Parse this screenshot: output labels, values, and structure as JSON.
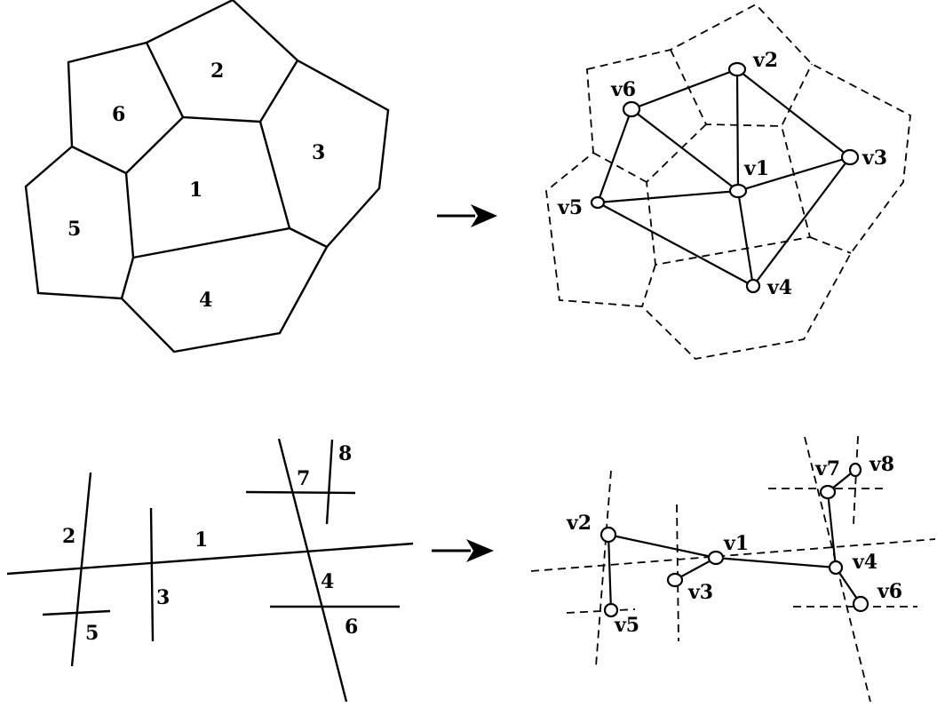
{
  "top_left": {
    "regions": [
      {
        "id": "1",
        "label": "1"
      },
      {
        "id": "2",
        "label": "2"
      },
      {
        "id": "3",
        "label": "3"
      },
      {
        "id": "4",
        "label": "4"
      },
      {
        "id": "5",
        "label": "5"
      },
      {
        "id": "6",
        "label": "6"
      }
    ]
  },
  "top_right": {
    "vertices": [
      {
        "id": "v1",
        "label": "v1"
      },
      {
        "id": "v2",
        "label": "v2"
      },
      {
        "id": "v3",
        "label": "v3"
      },
      {
        "id": "v4",
        "label": "v4"
      },
      {
        "id": "v5",
        "label": "v5"
      },
      {
        "id": "v6",
        "label": "v6"
      }
    ],
    "edges": [
      [
        "v1",
        "v2"
      ],
      [
        "v1",
        "v3"
      ],
      [
        "v1",
        "v4"
      ],
      [
        "v1",
        "v5"
      ],
      [
        "v1",
        "v6"
      ],
      [
        "v2",
        "v3"
      ],
      [
        "v3",
        "v4"
      ],
      [
        "v4",
        "v5"
      ],
      [
        "v5",
        "v6"
      ],
      [
        "v6",
        "v2"
      ]
    ]
  },
  "bottom_left": {
    "segments": [
      {
        "id": "1",
        "label": "1"
      },
      {
        "id": "2",
        "label": "2"
      },
      {
        "id": "3",
        "label": "3"
      },
      {
        "id": "4",
        "label": "4"
      },
      {
        "id": "5",
        "label": "5"
      },
      {
        "id": "6",
        "label": "6"
      },
      {
        "id": "7",
        "label": "7"
      },
      {
        "id": "8",
        "label": "8"
      }
    ]
  },
  "bottom_right": {
    "vertices": [
      {
        "id": "v1",
        "label": "v1"
      },
      {
        "id": "v2",
        "label": "v2"
      },
      {
        "id": "v3",
        "label": "v3"
      },
      {
        "id": "v4",
        "label": "v4"
      },
      {
        "id": "v5",
        "label": "v5"
      },
      {
        "id": "v6",
        "label": "v6"
      },
      {
        "id": "v7",
        "label": "v7"
      },
      {
        "id": "v8",
        "label": "v8"
      }
    ],
    "edges": [
      [
        "v1",
        "v2"
      ],
      [
        "v1",
        "v3"
      ],
      [
        "v1",
        "v4"
      ],
      [
        "v2",
        "v5"
      ],
      [
        "v4",
        "v6"
      ],
      [
        "v4",
        "v7"
      ],
      [
        "v7",
        "v8"
      ]
    ]
  }
}
